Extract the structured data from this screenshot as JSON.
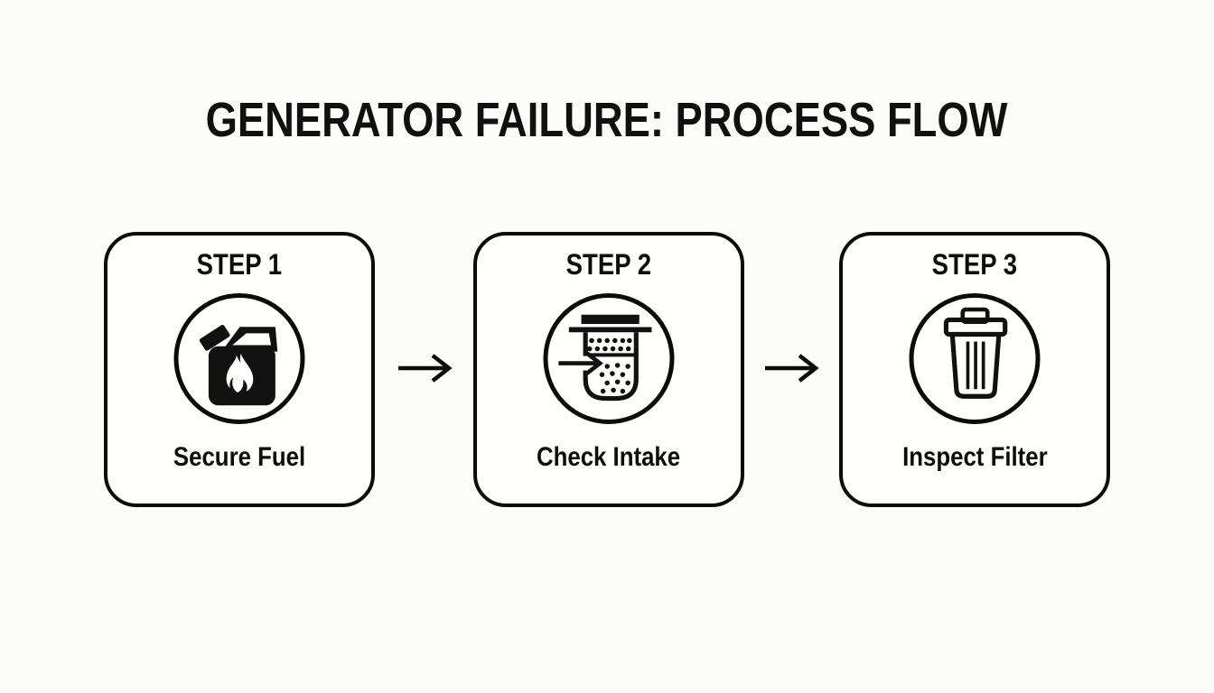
{
  "title": "GENERATOR FAILURE: PROCESS FLOW",
  "steps": [
    {
      "step_label": "STEP 1",
      "action_label": "Secure Fuel",
      "icon": "fuel-can-flame-icon"
    },
    {
      "step_label": "STEP 2",
      "action_label": "Check Intake",
      "icon": "air-intake-filter-icon"
    },
    {
      "step_label": "STEP 3",
      "action_label": "Inspect Filter",
      "icon": "filter-canister-icon"
    }
  ],
  "arrows": [
    {
      "direction": "right"
    },
    {
      "direction": "right"
    }
  ],
  "colors": {
    "background": "#fbfbf9",
    "box_background": "#fefefc",
    "foreground": "#0b0b0b"
  }
}
